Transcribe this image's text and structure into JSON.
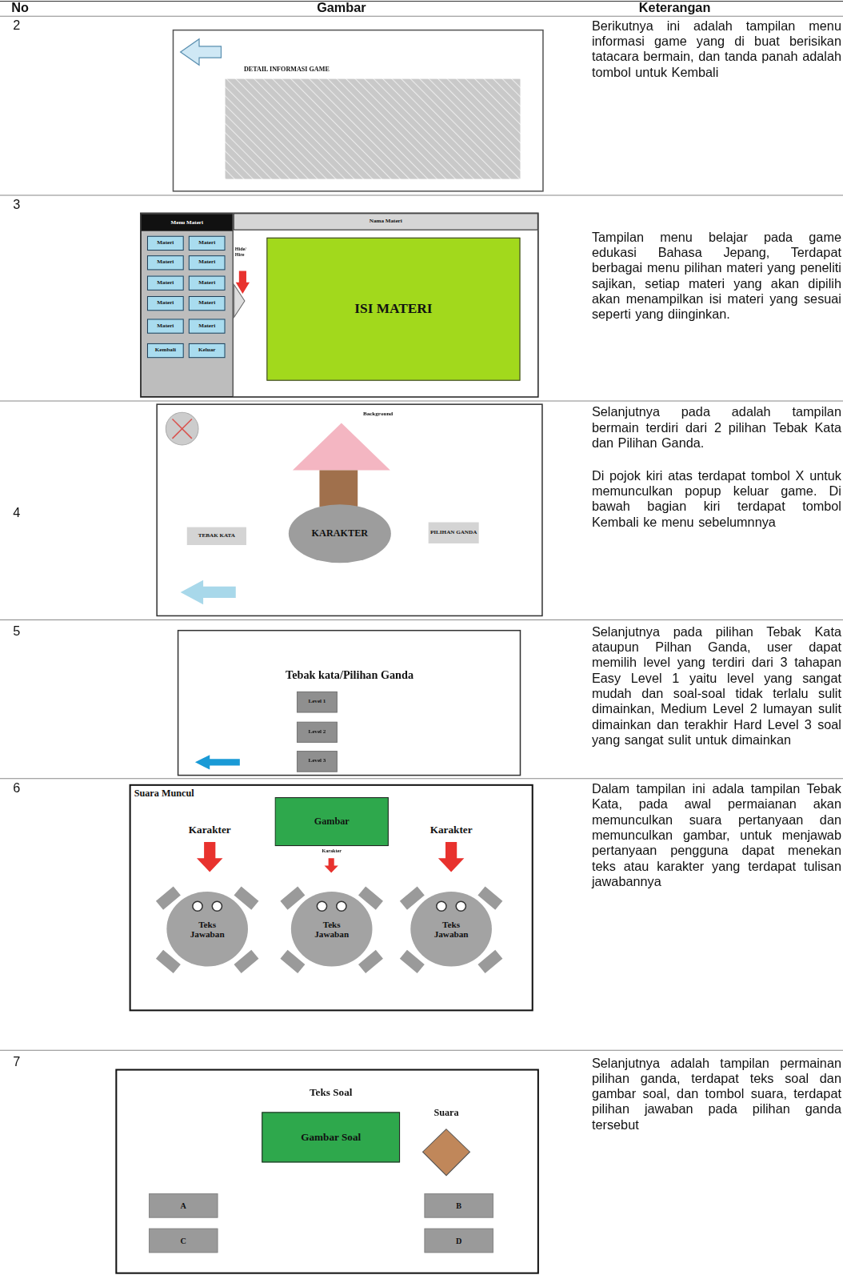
{
  "diagram": {
    "nodes": [
      {
        "text": [
          "Menu Materi"
        ]
      },
      {
        "text": [
          "Materi"
        ],
        "in": 0
      },
      {
        "text": [
          "Materi"
        ],
        "in": 0
      },
      {
        "text": [
          "Materi"
        ],
        "in": 0
      },
      {
        "text": [
          "Materi"
        ],
        "in": 0
      },
      {
        "text": [
          "Materi"
        ],
        "in": 0
      },
      {
        "text": [
          "Materi"
        ],
        "in": 0
      },
      {
        "text": [
          "Materi"
        ],
        "in": 0
      },
      {
        "text": [
          "Materi"
        ],
        "in": 0
      },
      {
        "text": [
          "Materi"
        ],
        "in": 0
      },
      {
        "text": [
          "Materi"
        ],
        "in": 0
      },
      {
        "text": [
          "Kembali"
        ],
        "in": 0
      },
      {
        "text": [
          "Keluar"
        ],
        "in": 0
      },
      {
        "text": [
          "Nama Materi"
        ]
      },
      {
        "text": [
          "ISI MATERI"
        ]
      },
      {
        "text": [
          "TEBAK KATA"
        ]
      },
      {
        "text": [
          "PILIHAN GANDA"
        ]
      },
      {
        "text": [
          "KARAKTER"
        ]
      },
      {
        "text": [
          "Level 1"
        ]
      },
      {
        "text": [
          "Level 2"
        ]
      },
      {
        "text": [
          "Level 3"
        ]
      },
      {
        "text": [
          "Gambar"
        ]
      },
      {
        "text": [
          "Teks Jawaban"
        ]
      },
      {
        "text": [
          "Teks Jawaban"
        ]
      },
      {
        "text": [
          "Teks Jawaban"
        ]
      },
      {
        "text": [
          "Gambar Soal"
        ]
      },
      {
        "text": [
          "A"
        ]
      },
      {
        "text": [
          "B"
        ]
      },
      {
        "text": [
          "C"
        ]
      },
      {
        "text": [
          "D"
        ]
      }
    ],
    "labels": [
      "No",
      "Gambar",
      "Keterangan",
      "2",
      "Berikutnya ini adalah tampilan menu informasi game yang di buat berisikan tatacara bermain, dan tanda panah adalah tombol untuk Kembali",
      "DETAIL INFORMASI GAME",
      "3",
      "Hide/ Hire",
      "Tampilan menu belajar pada game edukasi Bahasa Jepang, Terdapat berbagai menu pilihan materi yang peneliti sajikan, setiap materi yang akan dipilih akan menampilkan isi materi yang sesuai seperti yang diinginkan.",
      "4",
      "Background",
      "Selanjutnya pada adalah tampilan bermain terdiri dari 2 pilihan Tebak Kata dan Pilihan Ganda.",
      "Di pojok kiri atas terdapat tombol X untuk memunculkan popup keluar game. Di bawah bagian kiri terdapat tombol Kembali ke menu sebelumnnya",
      "5",
      "Tebak kata/Pilihan Ganda",
      "Selanjutnya pada pilihan Tebak Kata ataupun Pilhan Ganda, user dapat memilih level yang terdiri dari 3 tahapan Easy Level 1 yaitu level yang sangat mudah dan soal-soal tidak terlalu sulit dimainkan, Medium Level 2 lumayan sulit dimainkan dan terakhir Hard Level 3 soal yang sangat sulit untuk dimainkan",
      "6",
      "Suara Muncul",
      "Karakter",
      "Karakter",
      "Karakter",
      "Dalam tampilan ini adala tampilan Tebak Kata, pada awal permaianan akan memunculkan suara pertanyaan dan memunculkan gambar, untuk menjawab pertanyaan pengguna dapat menekan teks atau karakter yang terdapat tulisan jawabannya",
      "7",
      "Teks Soal",
      "Suara",
      "Selanjutnya adalah tampilan permainan pilihan ganda, terdapat teks soal dan gambar soal, dan tombol suara, terdapat pilihan jawaban pada pilihan ganda tersebut"
    ]
  }
}
